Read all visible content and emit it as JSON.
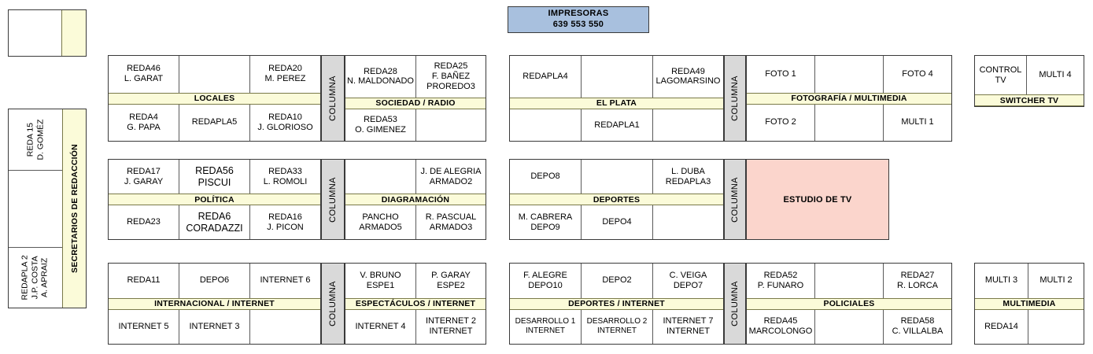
{
  "printers": {
    "title": "IMPRESORAS",
    "codes": "639  553  550",
    "color": "#a8c0de"
  },
  "colors": {
    "band": "#fbfbd9",
    "column": "#d9d9d9",
    "studio": "#fbd5cc",
    "printers": "#a8c0de",
    "border": "#3a3a3a"
  },
  "column_label": "COLUMNA",
  "left_panel": {
    "band_label": "SECRETARIOS DE REDACCIÓN",
    "cells": [
      "REDA 15\nD. GOMÉZ",
      "",
      "REDAPLA 2\nJ.P. COSTA\nA. APRAIZ"
    ]
  },
  "studio": {
    "label": "ESTUDIO DE TV"
  },
  "blocks": {
    "locales": {
      "band": "LOCALES",
      "top": [
        "REDA46\nL. GARAT",
        "",
        "REDA20\nM. PEREZ"
      ],
      "bottom": [
        "REDA4\nG. PAPA",
        "REDAPLA5",
        "REDA10\nJ. GLORIOSO"
      ]
    },
    "sociedad_radio": {
      "band": "SOCIEDAD / RADIO",
      "top": [
        "REDA28\nN. MALDONADO",
        "REDA25\nF. BAÑEZ\nPROREDO3"
      ],
      "bottom": [
        "REDA53\nO. GIMENEZ",
        ""
      ]
    },
    "el_plata": {
      "band": "EL PLATA",
      "top": [
        "REDAPLA4",
        "",
        "REDA49\nLAGOMARSINO"
      ],
      "bottom": [
        "",
        "REDAPLA1",
        ""
      ]
    },
    "fotografia_multimedia": {
      "band": "FOTOGRAFÍA / MULTIMEDIA",
      "top": [
        "FOTO 1",
        "",
        "FOTO 4"
      ],
      "bottom": [
        "FOTO 2",
        "",
        "MULTI 1"
      ]
    },
    "switcher_tv": {
      "band": "SWITCHER TV",
      "top": [
        "CONTROL TV",
        "MULTI 4"
      ]
    },
    "politica": {
      "band": "POLÍTICA",
      "top": [
        "REDA17\nJ. GARAY",
        "REDA56\nPISCUI",
        "REDA33\nL. ROMOLI"
      ],
      "bottom": [
        "REDA23",
        "REDA6\nCORADAZZI",
        "REDA16\nJ. PICON"
      ]
    },
    "diagramacion": {
      "band": "DIAGRAMACIÓN",
      "top": [
        "",
        "J. DE ALEGRIA\nARMADO2"
      ],
      "bottom": [
        "PANCHO\nARMADO5",
        "R. PASCUAL\nARMADO3"
      ]
    },
    "deportes": {
      "band": "DEPORTES",
      "top": [
        "DEPO8",
        "",
        "L. DUBA\nREDAPLA3"
      ],
      "bottom": [
        "M. CABRERA\nDEPO9",
        "DEPO4",
        ""
      ]
    },
    "internacional_internet": {
      "band": "INTERNACIONAL / INTERNET",
      "top": [
        "REDA11",
        "DEPO6",
        "INTERNET 6"
      ],
      "bottom": [
        "INTERNET 5",
        "INTERNET 3",
        ""
      ]
    },
    "espectaculos_internet": {
      "band": "ESPECTÁCULOS / INTERNET",
      "top": [
        "V. BRUNO\nESPE1",
        "P. GARAY\nESPE2"
      ],
      "bottom": [
        "INTERNET 4",
        "INTERNET 2\nINTERNET"
      ]
    },
    "deportes_internet": {
      "band": "DEPORTES / INTERNET",
      "top": [
        "F. ALEGRE\nDEPO10",
        "DEPO2",
        "C. VEIGA\nDEPO7"
      ],
      "bottom": [
        "DESARROLLO 1\nINTERNET",
        "DESARROLLO 2\nINTERNET",
        "INTERNET 7\nINTERNET"
      ]
    },
    "policiales": {
      "band": "POLICIALES",
      "top": [
        "REDA52\nP. FUNARO",
        "",
        "REDA27\nR. LORCA"
      ],
      "bottom": [
        "REDA45\nMARCOLONGO",
        "",
        "REDA58\nC. VILLALBA"
      ]
    },
    "multimedia": {
      "band": "MULTIMEDIA",
      "top": [
        "MULTI 3",
        "MULTI 2"
      ],
      "bottom": [
        "REDA14",
        ""
      ]
    }
  }
}
